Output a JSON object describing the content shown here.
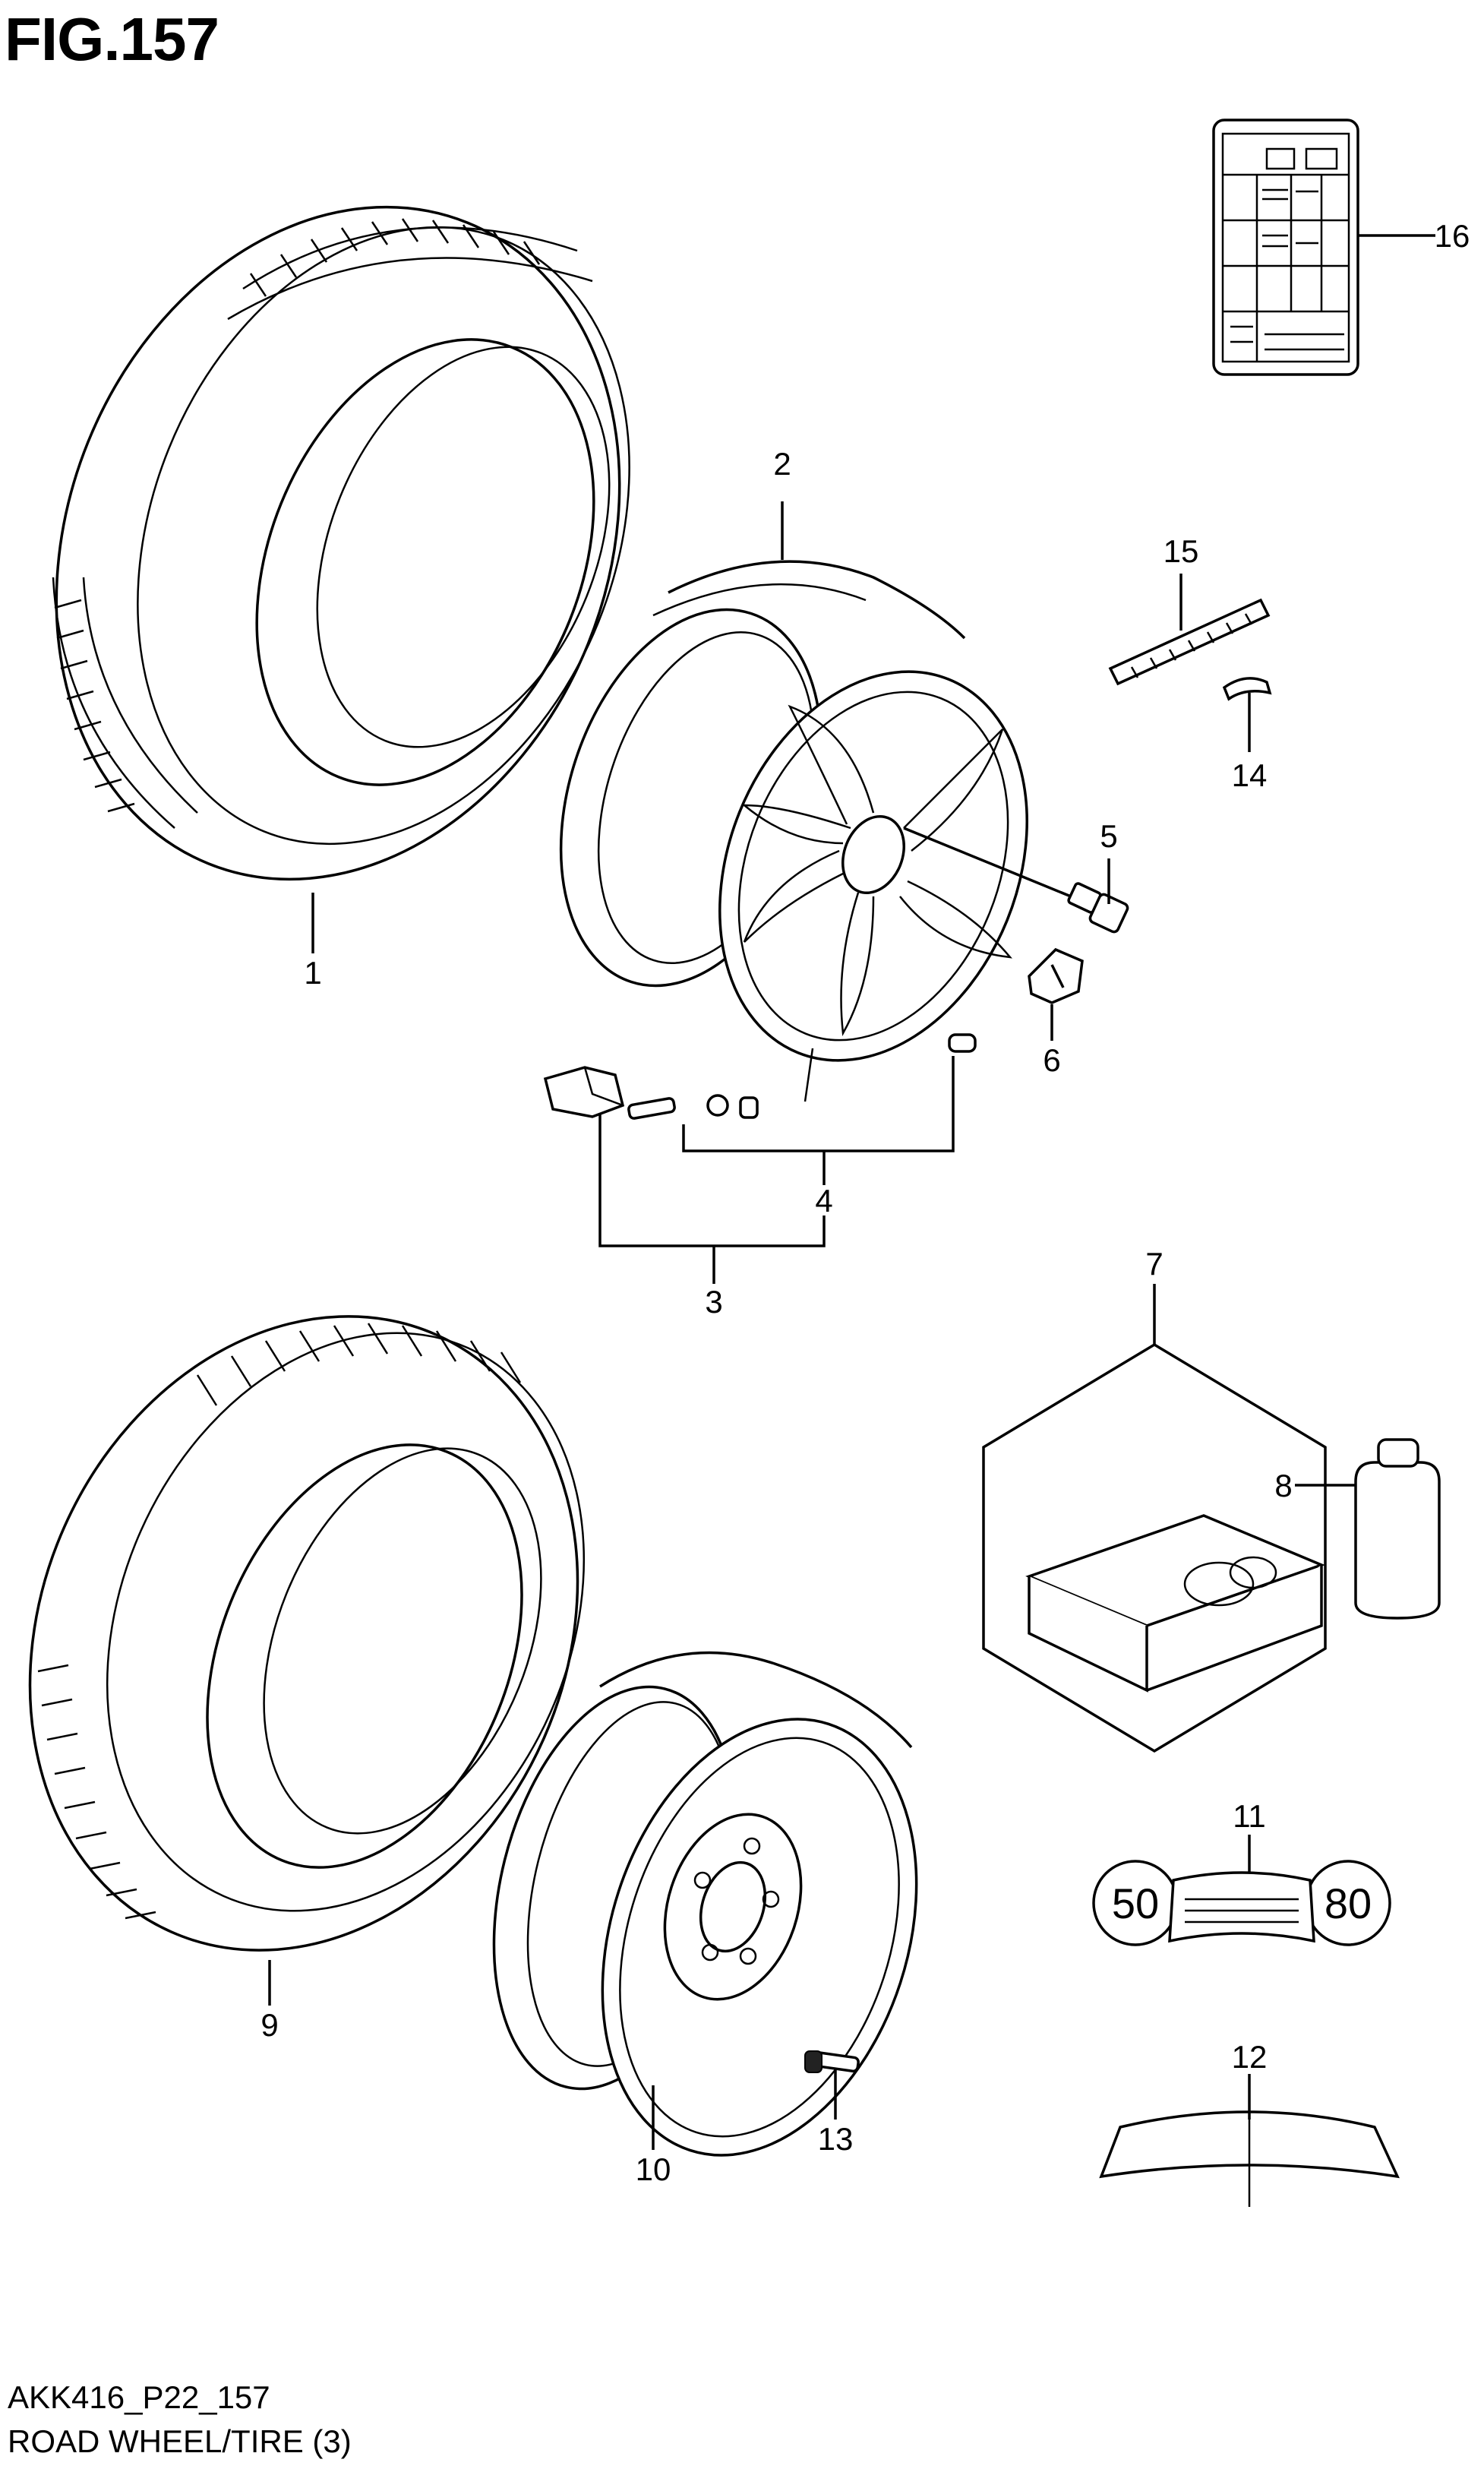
{
  "figure": {
    "title": "FIG.157"
  },
  "footer": {
    "code": "AKK416_P22_157",
    "title": "ROAD WHEEL/TIRE (3)"
  },
  "callouts": [
    {
      "id": "c1",
      "text": "1"
    },
    {
      "id": "c2",
      "text": "2"
    },
    {
      "id": "c3",
      "text": "3"
    },
    {
      "id": "c4",
      "text": "4"
    },
    {
      "id": "c5",
      "text": "5"
    },
    {
      "id": "c6",
      "text": "6"
    },
    {
      "id": "c7",
      "text": "7"
    },
    {
      "id": "c8",
      "text": "8"
    },
    {
      "id": "c9",
      "text": "9"
    },
    {
      "id": "c10",
      "text": "10"
    },
    {
      "id": "c11",
      "text": "11"
    },
    {
      "id": "c12",
      "text": "12"
    },
    {
      "id": "c13",
      "text": "13"
    },
    {
      "id": "c14",
      "text": "14"
    },
    {
      "id": "c15",
      "text": "15"
    },
    {
      "id": "c16",
      "text": "16"
    }
  ],
  "speed_label": {
    "left": "50",
    "right": "80"
  }
}
